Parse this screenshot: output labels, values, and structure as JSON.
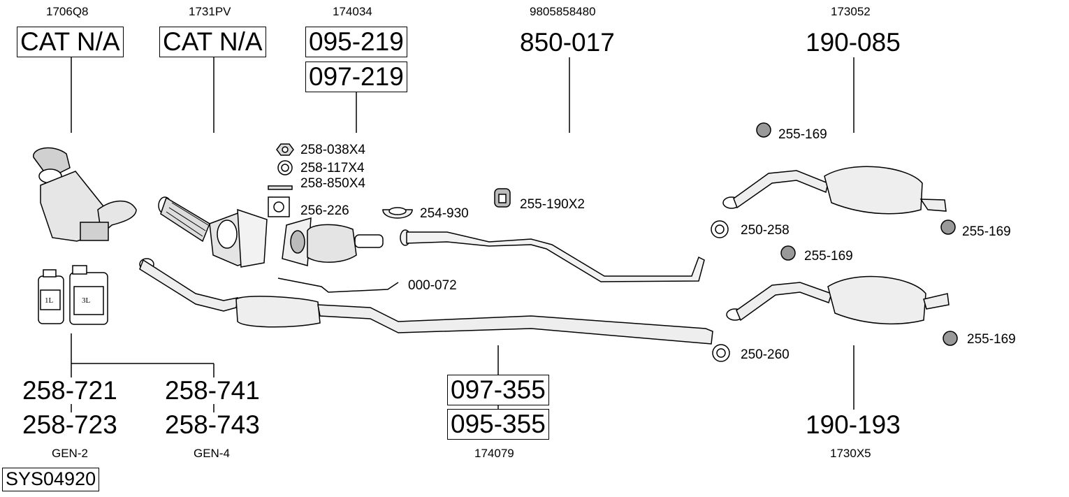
{
  "system_code": "SYS04920",
  "oe_refs": {
    "cat1": "1706Q8",
    "cat2": "1731PV",
    "dpf": "174034",
    "front_pipe": "9805858480",
    "rear_box_top": "173052",
    "mid_pipe": "174079",
    "rear_box_bottom": "1730X5",
    "gen2": "GEN-2",
    "gen4": "GEN-4"
  },
  "part_numbers": {
    "cat1": "CAT N/A",
    "cat2": "CAT N/A",
    "dpf_a": "095-219",
    "dpf_b": "097-219",
    "front_pipe": "850-017",
    "rear_box_top": "190-085",
    "fluid_a": "258-721",
    "fluid_b": "258-723",
    "fluid_c": "258-741",
    "fluid_d": "258-743",
    "mid_pipe_a": "097-355",
    "mid_pipe_b": "095-355",
    "rear_box_bottom": "190-193"
  },
  "accessories": {
    "nut": "258-038X4",
    "washer": "258-117X4",
    "stud": "258-850X4",
    "gasket": "256-226",
    "clamp1": "254-930",
    "hanger": "255-190X2",
    "sensor": "000-072",
    "rubber_top1": "255-169",
    "clamp_top": "250-258",
    "rubber_top2": "255-169",
    "rubber_bot1": "255-169",
    "rubber_bot2": "255-169",
    "clamp_bot": "250-260"
  },
  "bottles": {
    "small": "1L",
    "large": "3L"
  },
  "icons": [
    "catalytic-converter-icon",
    "flex-pipe-icon",
    "dpf-icon",
    "nut-icon",
    "washer-icon",
    "stud-icon",
    "gasket-icon",
    "clamp-icon",
    "rubber-hanger-icon",
    "sensor-pipe-icon",
    "front-pipe-icon",
    "mid-pipe-icon",
    "rear-silencer-icon",
    "fluid-bottle-icon"
  ]
}
